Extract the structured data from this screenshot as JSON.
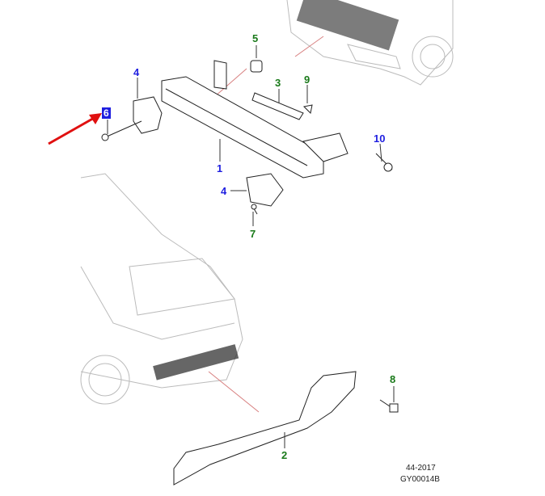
{
  "callouts": {
    "c1": "1",
    "c2": "2",
    "c3": "3",
    "c4a": "4",
    "c4b": "4",
    "c5": "5",
    "c6": "6",
    "c7": "7",
    "c8": "8",
    "c9": "9",
    "c10": "10"
  },
  "footer": {
    "date": "44-2017",
    "code": "GY00014B"
  },
  "colors": {
    "callout_blue": "#1f1fe0",
    "callout_green": "#1a7a1a",
    "arrow": "#e01010",
    "leader": "#d88080"
  }
}
